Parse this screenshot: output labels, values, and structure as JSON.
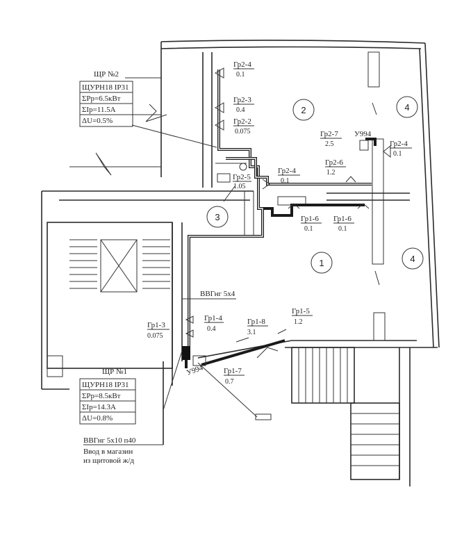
{
  "panels": {
    "panel2": {
      "name": "ЩР №2",
      "model": "ЩУРН18 IP31",
      "power": "ΣPр=6.5кВт",
      "current": "ΣIр=11.5А",
      "voltage_drop": "ΔU=0.5%"
    },
    "panel1": {
      "name": "ЩР №1",
      "model": "ЩУРН18 IP31",
      "power": "ΣPр=8.5кВт",
      "current": "ΣIр=14.3А",
      "voltage_drop": "ΔU=0.8%"
    }
  },
  "groups": {
    "gr2_4_top": {
      "label": "Гр2-4",
      "value": "0.1"
    },
    "gr2_3": {
      "label": "Гр2-3",
      "value": "0.4"
    },
    "gr2_2": {
      "label": "Гр2-2",
      "value": "0.075"
    },
    "gr2_5": {
      "label": "Гр2-5",
      "value": "1.05"
    },
    "gr2_4_mid": {
      "label": "Гр2-4",
      "value": "0.1"
    },
    "gr2_6": {
      "label": "Гр2-6",
      "value": "1.2"
    },
    "gr2_7": {
      "label": "Гр2-7",
      "value": "2.5"
    },
    "gr2_4_right": {
      "label": "Гр2-4",
      "value": "0.1"
    },
    "gr1_6_a": {
      "label": "Гр1-6",
      "value": "0.1"
    },
    "gr1_6_b": {
      "label": "Гр1-6",
      "value": "0.1"
    },
    "gr1_4": {
      "label": "Гр1-4",
      "value": "0.4"
    },
    "gr1_3": {
      "label": "Гр1-3",
      "value": "0.075"
    },
    "gr1_8": {
      "label": "Гр1-8",
      "value": "3.1"
    },
    "gr1_5": {
      "label": "Гр1-5",
      "value": "1.2"
    },
    "gr1_7": {
      "label": "Гр1-7",
      "value": "0.7"
    }
  },
  "devices": {
    "u994_top": "У994",
    "u994_bottom": "У994"
  },
  "cables": {
    "main": "ВВГнг 5х4",
    "input": "ВВГнг 5х10 п40",
    "input_note_line1": "Ввод в магазин",
    "input_note_line2": "из щитовой ж/д"
  },
  "rooms": [
    "1",
    "2",
    "3",
    "4",
    "4"
  ]
}
